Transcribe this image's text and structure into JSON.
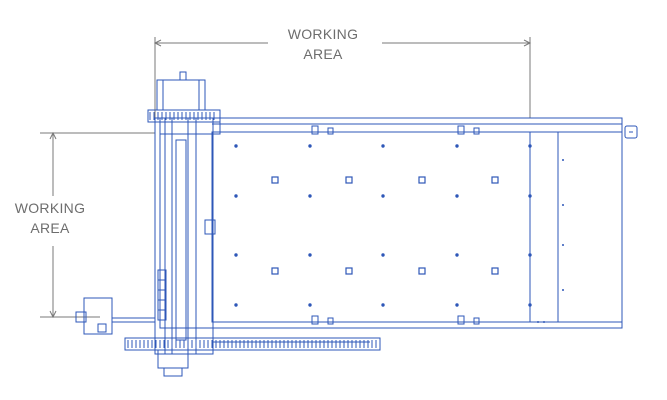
{
  "labels": {
    "horizontal": {
      "line1": "WORKING",
      "line2": "AREA"
    },
    "vertical": {
      "line1": "WORKING",
      "line2": "AREA"
    }
  },
  "colors": {
    "machine_stroke": "#2e57b8",
    "dimension_stroke": "#7a7a7a",
    "label_text": "#6d6d6d",
    "background": "#ffffff"
  }
}
